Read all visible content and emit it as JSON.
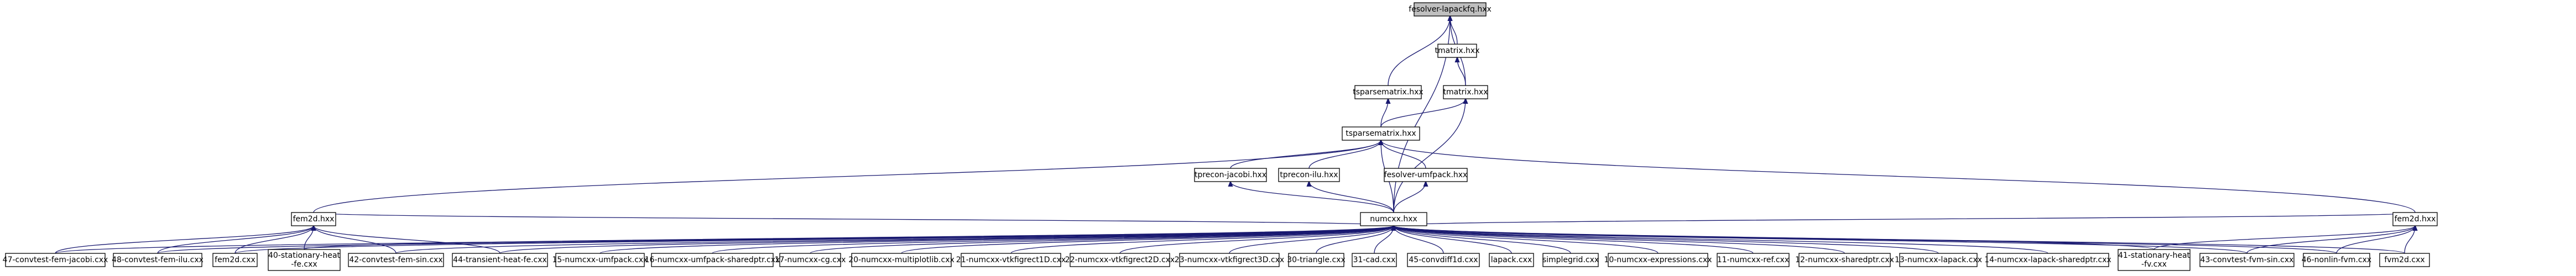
{
  "diagram": {
    "title": "",
    "nodes": [
      {
        "id": "root",
        "lines": [
          "fesolver-lapackfq.hxx"
        ],
        "root": true
      },
      {
        "id": "tmatrix",
        "lines": [
          "tmatrix.hxx"
        ]
      },
      {
        "id": "tsparsematrix_top",
        "lines": [
          "tsparsematrix.hxx"
        ]
      },
      {
        "id": "tmatrix_small",
        "lines": [
          "tmatrix.hxx"
        ]
      },
      {
        "id": "tsparsematrix_mid",
        "lines": [
          "tsparsematrix.hxx"
        ]
      },
      {
        "id": "tprecon_jacobi",
        "lines": [
          "tprecon-jacobi.hxx"
        ]
      },
      {
        "id": "tprecon_ilu",
        "lines": [
          "tprecon-ilu.hxx"
        ]
      },
      {
        "id": "fesolver_umfpack",
        "lines": [
          "fesolver-umfpack.hxx"
        ]
      },
      {
        "id": "fem2d_left",
        "lines": [
          "fem2d.hxx"
        ]
      },
      {
        "id": "numcxx",
        "lines": [
          "numcxx.hxx"
        ]
      },
      {
        "id": "fem2d_right",
        "lines": [
          "fem2d.hxx"
        ]
      },
      {
        "id": "l1",
        "lines": [
          "47-convtest-fem-jacobi.cxx"
        ]
      },
      {
        "id": "l2",
        "lines": [
          "48-convtest-fem-ilu.cxx"
        ]
      },
      {
        "id": "l3",
        "lines": [
          "fem2d.cxx"
        ]
      },
      {
        "id": "l4",
        "lines": [
          "40-stationary-heat",
          "-fe.cxx"
        ]
      },
      {
        "id": "l5",
        "lines": [
          "42-convtest-fem-sin.cxx"
        ]
      },
      {
        "id": "l6",
        "lines": [
          "44-transient-heat-fe.cxx"
        ]
      },
      {
        "id": "l7",
        "lines": [
          "15-numcxx-umfpack.cxx"
        ]
      },
      {
        "id": "l8",
        "lines": [
          "16-numcxx-umfpack-sharedptr.cxx"
        ]
      },
      {
        "id": "l9",
        "lines": [
          "17-numcxx-cg.cxx"
        ]
      },
      {
        "id": "l10",
        "lines": [
          "20-numcxx-multiplotlib.cxx"
        ]
      },
      {
        "id": "l11",
        "lines": [
          "21-numcxx-vtkfigrect1D.cxx"
        ]
      },
      {
        "id": "l12",
        "lines": [
          "22-numcxx-vtkfigrect2D.cxx"
        ]
      },
      {
        "id": "l13",
        "lines": [
          "23-numcxx-vtkfigrect3D.cxx"
        ]
      },
      {
        "id": "l14",
        "lines": [
          "30-triangle.cxx"
        ]
      },
      {
        "id": "l15",
        "lines": [
          "31-cad.cxx"
        ]
      },
      {
        "id": "l16",
        "lines": [
          "45-convdiff1d.cxx"
        ]
      },
      {
        "id": "l17",
        "lines": [
          "lapack.cxx"
        ]
      },
      {
        "id": "l18",
        "lines": [
          "simplegrid.cxx"
        ]
      },
      {
        "id": "l19",
        "lines": [
          "10-numcxx-expressions.cxx"
        ]
      },
      {
        "id": "l20",
        "lines": [
          "11-numcxx-ref.cxx"
        ]
      },
      {
        "id": "l21",
        "lines": [
          "12-numcxx-sharedptr.cxx"
        ]
      },
      {
        "id": "l22",
        "lines": [
          "13-numcxx-lapack.cxx"
        ]
      },
      {
        "id": "l23",
        "lines": [
          "14-numcxx-lapack-sharedptr.cxx"
        ]
      },
      {
        "id": "l24",
        "lines": [
          "41-stationary-heat",
          "-fv.cxx"
        ]
      },
      {
        "id": "l25",
        "lines": [
          "43-convtest-fvm-sin.cxx"
        ]
      },
      {
        "id": "l26",
        "lines": [
          "46-nonlin-fvm.cxx"
        ]
      },
      {
        "id": "l27",
        "lines": [
          "fvm2d.cxx"
        ]
      }
    ],
    "edges": [
      [
        "tmatrix",
        "root"
      ],
      [
        "tsparsematrix_top",
        "root"
      ],
      [
        "tmatrix_small",
        "root"
      ],
      [
        "numcxx",
        "root"
      ],
      [
        "tmatrix_small",
        "tmatrix"
      ],
      [
        "tsparsematrix_mid",
        "tsparsematrix_top"
      ],
      [
        "tsparsematrix_mid",
        "tmatrix_small"
      ],
      [
        "numcxx",
        "tmatrix_small"
      ],
      [
        "tprecon_jacobi",
        "tsparsematrix_mid"
      ],
      [
        "tprecon_ilu",
        "tsparsematrix_mid"
      ],
      [
        "fesolver_umfpack",
        "tsparsematrix_mid"
      ],
      [
        "fem2d_left",
        "tsparsematrix_mid"
      ],
      [
        "numcxx",
        "tsparsematrix_mid"
      ],
      [
        "fem2d_right",
        "tsparsematrix_mid"
      ],
      [
        "numcxx",
        "tprecon_jacobi"
      ],
      [
        "numcxx",
        "tprecon_ilu"
      ],
      [
        "numcxx",
        "fesolver_umfpack"
      ],
      [
        "fem2d_left",
        "numcxx"
      ],
      [
        "fem2d_right",
        "numcxx"
      ],
      [
        "l1",
        "fem2d_left"
      ],
      [
        "l2",
        "fem2d_left"
      ],
      [
        "l3",
        "fem2d_left"
      ],
      [
        "l4",
        "fem2d_left"
      ],
      [
        "l5",
        "fem2d_left"
      ],
      [
        "l6",
        "fem2d_left"
      ],
      [
        "l24",
        "fem2d_right"
      ],
      [
        "l25",
        "fem2d_right"
      ],
      [
        "l26",
        "fem2d_right"
      ],
      [
        "l27",
        "fem2d_right"
      ],
      [
        "l1",
        "numcxx"
      ],
      [
        "l2",
        "numcxx"
      ],
      [
        "l3",
        "numcxx"
      ],
      [
        "l4",
        "numcxx"
      ],
      [
        "l5",
        "numcxx"
      ],
      [
        "l6",
        "numcxx"
      ],
      [
        "l7",
        "numcxx"
      ],
      [
        "l8",
        "numcxx"
      ],
      [
        "l9",
        "numcxx"
      ],
      [
        "l10",
        "numcxx"
      ],
      [
        "l11",
        "numcxx"
      ],
      [
        "l12",
        "numcxx"
      ],
      [
        "l13",
        "numcxx"
      ],
      [
        "l14",
        "numcxx"
      ],
      [
        "l15",
        "numcxx"
      ],
      [
        "l16",
        "numcxx"
      ],
      [
        "l17",
        "numcxx"
      ],
      [
        "l18",
        "numcxx"
      ],
      [
        "l19",
        "numcxx"
      ],
      [
        "l20",
        "numcxx"
      ],
      [
        "l21",
        "numcxx"
      ],
      [
        "l22",
        "numcxx"
      ],
      [
        "l23",
        "numcxx"
      ],
      [
        "l24",
        "numcxx"
      ],
      [
        "l25",
        "numcxx"
      ],
      [
        "l26",
        "numcxx"
      ],
      [
        "l27",
        "numcxx"
      ]
    ],
    "colors": {
      "edge": "#191970",
      "root_fill": "#bfbfbf",
      "node_fill": "#ffffff",
      "node_border": "#000000"
    }
  }
}
